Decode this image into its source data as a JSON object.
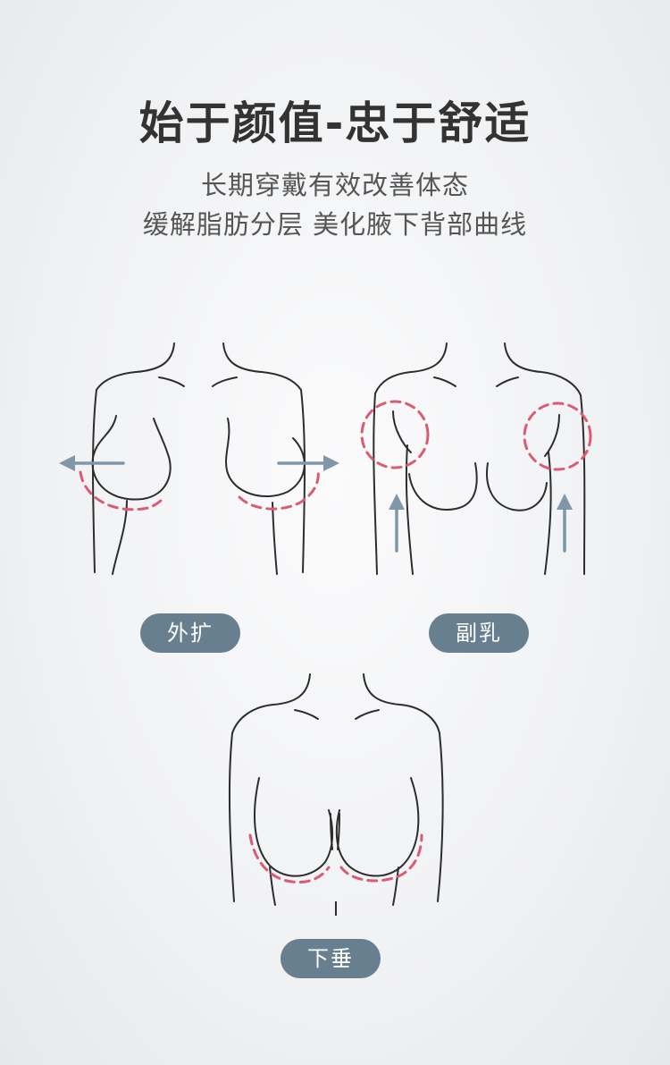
{
  "title": "始于颜值-忠于舒适",
  "subtitle_line1": "长期穿戴有效改善体态",
  "subtitle_line2": "缓解脂肪分层 美化腋下背部曲线",
  "figures": [
    {
      "label": "外扩"
    },
    {
      "label": "副乳"
    },
    {
      "label": "下垂"
    }
  ],
  "colors": {
    "badge": "#677f8f",
    "highlight_dash": "#d95c73",
    "arrow": "#7f97a6",
    "outline": "#2d2d2d"
  }
}
